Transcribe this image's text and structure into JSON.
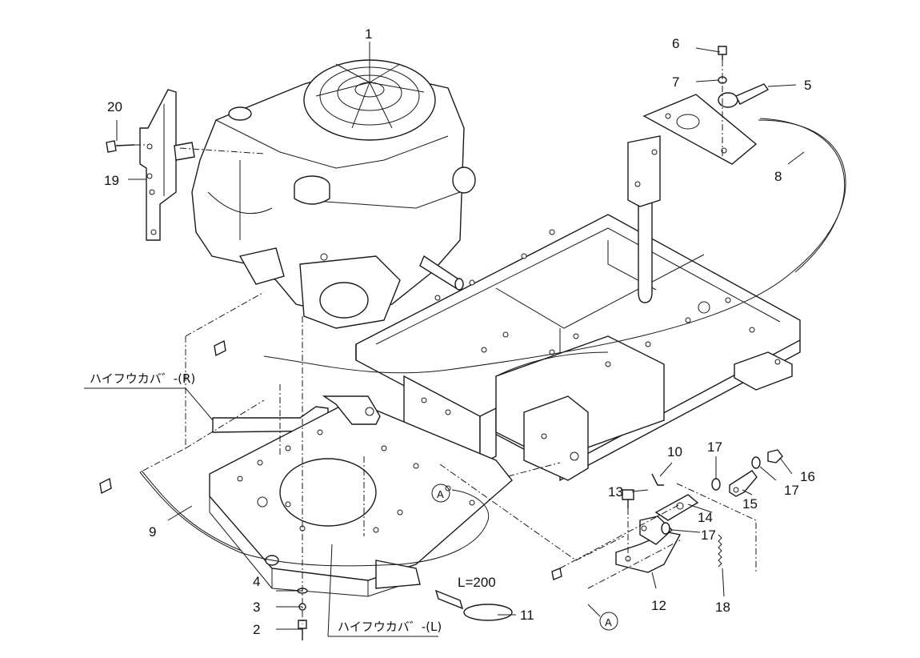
{
  "callouts": {
    "c1": "1",
    "c2": "2",
    "c3": "3",
    "c4": "4",
    "c5": "5",
    "c6": "6",
    "c7": "7",
    "c8": "8",
    "c9": "9",
    "c10": "10",
    "c11": "11",
    "c12": "12",
    "c13": "13",
    "c14": "14",
    "c15": "15",
    "c16": "16",
    "c17a": "17",
    "c17b": "17",
    "c17c": "17",
    "c18": "18",
    "c19": "19",
    "c20": "20"
  },
  "labels": {
    "cover_r": "ハイフウカバ゛-(R)",
    "cover_l": "ハイフウカバ゛-(L)",
    "length": "L=200",
    "ref_a1": "A",
    "ref_a2": "A"
  }
}
